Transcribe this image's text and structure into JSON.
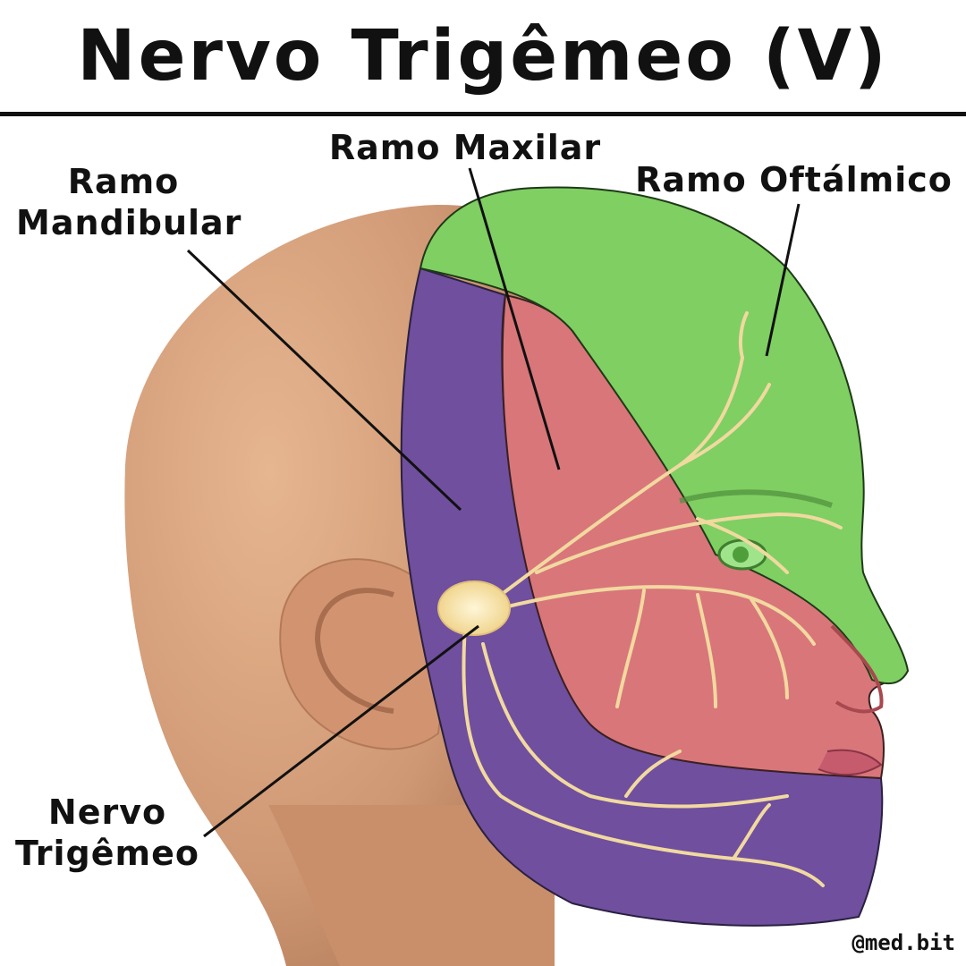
{
  "title": "Nervo Trigêmeo (V)",
  "labels": {
    "mandibular_line1": "Ramo",
    "mandibular_line2": "Mandibular",
    "maxilar": "Ramo Maxilar",
    "oftalmico": "Ramo Oftálmico",
    "nervo_line1": "Nervo",
    "nervo_line2": "Trigêmeo"
  },
  "watermark": "@med.bit",
  "colors": {
    "ophthalmic_region": "#7fcf62",
    "maxillary_region": "#d9767a",
    "mandibular_region": "#6f4f9e",
    "skin": "#d9a27c",
    "nerve": "#f1d9a0"
  }
}
